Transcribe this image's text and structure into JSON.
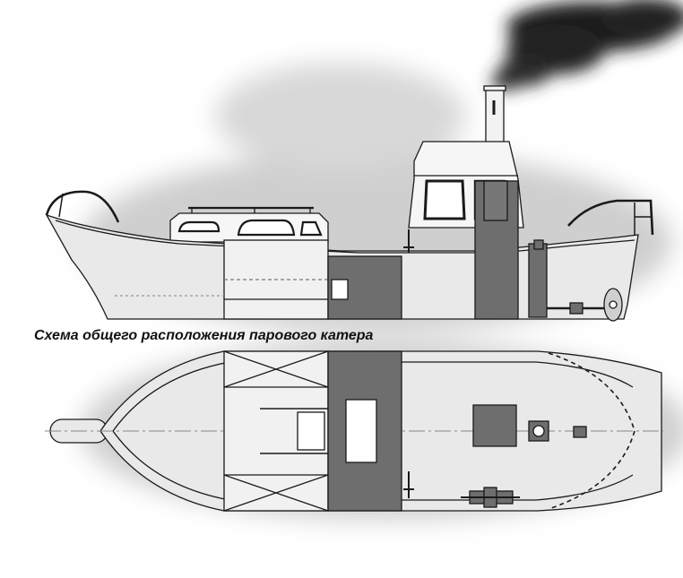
{
  "caption": "Схема общего расположения парового катера",
  "colors": {
    "background": "#ffffff",
    "halo": "#cfcfcf",
    "hull": "#e9e9e9",
    "deck_panel": "#f1f1f1",
    "machinery": "#6e6e6e",
    "outline": "#1a1a1a",
    "smoke": "#1b1b1b"
  },
  "figure": {
    "views": [
      "side-elevation",
      "plan-view"
    ]
  }
}
